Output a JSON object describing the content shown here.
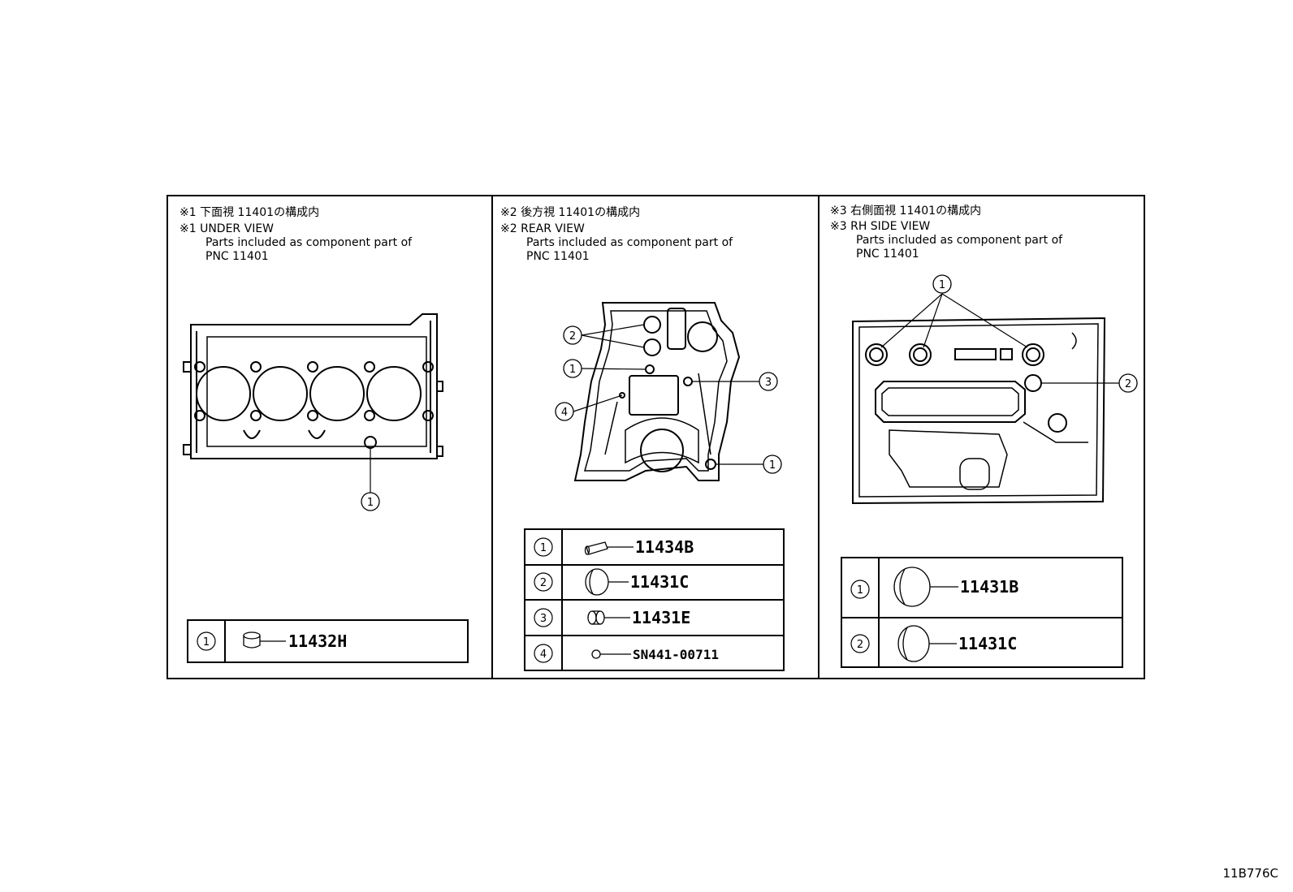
{
  "panels": [
    {
      "header_jp": "※1 下面視 11401の構成内",
      "header_en": "※1 UNDER VIEW",
      "desc_1": "Parts included as component part of",
      "desc_2": "PNC 11401",
      "parts": [
        {
          "no": "1",
          "part": "11432H"
        }
      ]
    },
    {
      "header_jp": "※2 後方視 11401の構成内",
      "header_en": "※2 REAR VIEW",
      "desc_1": "Parts included as component part of",
      "desc_2": "PNC 11401",
      "parts": [
        {
          "no": "1",
          "part": "11434B"
        },
        {
          "no": "2",
          "part": "11431C"
        },
        {
          "no": "3",
          "part": "11431E"
        },
        {
          "no": "4",
          "part": "SN441-00711"
        }
      ]
    },
    {
      "header_jp": "※3 右側面視 11401の構成内",
      "header_en": "※3 RH SIDE VIEW",
      "desc_1": "Parts included as component part of",
      "desc_2": "PNC 11401",
      "parts": [
        {
          "no": "1",
          "part": "11431B"
        },
        {
          "no": "2",
          "part": "11431C"
        }
      ]
    }
  ],
  "callouts": {
    "p1": [
      "1"
    ],
    "p2": [
      "2",
      "1",
      "4",
      "3",
      "1"
    ],
    "p3": [
      "1",
      "2"
    ]
  },
  "reference_code": "11B776C"
}
